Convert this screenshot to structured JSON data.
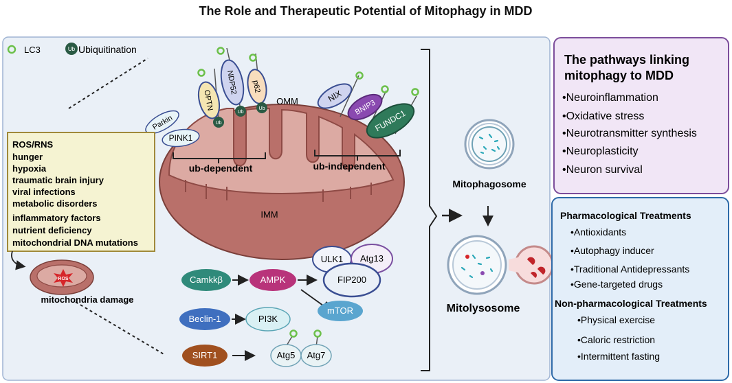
{
  "title": "The Role and Therapeutic Potential of Mitophagy in MDD",
  "legend": {
    "lc3": "LC3",
    "ub": "Ub",
    "ubiquitination": "Ubiquitination"
  },
  "receptors": {
    "optn": "OPTN",
    "ndp52": "NDP52",
    "p62": "p62",
    "nix": "NIX",
    "bnip3": "BNIP3",
    "fundc1": "FUNDC1",
    "parkin": "Parkin",
    "pink1": "PINK1"
  },
  "mito_labels": {
    "omm": "OMM",
    "imm": "IMM",
    "ub_dependent": "ub-dependent",
    "ub_independent": "ub-independent"
  },
  "triggers": [
    "ROS/RNS",
    "hunger",
    "hypoxia",
    "traumatic brain injury",
    "viral infections",
    "metabolic disorders",
    "inflammatory factors",
    "nutrient deficiency",
    "mitochondrial DNA mutations"
  ],
  "damage": {
    "ros": "ROS",
    "label": "mitochondria damage"
  },
  "signaling": {
    "camkk": "Camkkβ",
    "ampk": "AMPK",
    "ulk1": "ULK1",
    "atg13": "Atg13",
    "fip200": "FIP200",
    "mtor": "mTOR",
    "beclin": "Beclin-1",
    "pi3k": "PI3K",
    "sirt1": "SIRT1",
    "atg5": "Atg5",
    "atg7": "Atg7"
  },
  "stages": {
    "mitophagosome": "Mitophagosome",
    "mitolysosome": "Mitolysosome"
  },
  "pathways_panel": {
    "heading_line1": "The pathways linking",
    "heading_line2": "mitophagy to MDD",
    "items": [
      "•Neuroinflammation",
      "•Oxidative stress",
      "•Neurotransmitter synthesis",
      "•Neuroplasticity",
      "•Neuron survival"
    ]
  },
  "treatments_panel": {
    "pharm_heading": "Pharmacological Treatments",
    "pharm_items": [
      "•Antioxidants",
      "•Autophagy inducer",
      "•Traditional Antidepressants",
      "•Gene-targeted drugs"
    ],
    "nonpharm_heading": "Non-pharmacological Treatments",
    "nonpharm_items": [
      "•Physical exercise",
      "•Caloric restriction",
      "•Intermittent fasting"
    ]
  },
  "colors": {
    "panel_bg": "#eaf0f7",
    "panel_border": "#9fb4d3",
    "pathways_bg": "#f1e6f6",
    "pathways_border": "#7c4d9b",
    "treat_bg": "#e3eef9",
    "treat_border": "#2e6aa8",
    "mito": "#b9706a",
    "mito_dark": "#8e4a45",
    "mito_light": "#dcaaa3",
    "trigger_bg": "#f5f3d2",
    "trigger_border": "#a0893a",
    "camkk": "#2f8a7a",
    "ampk": "#b8337a",
    "ulk_border": "#3a4e92",
    "atg13_border": "#7a4fa0",
    "mtor": "#5aa5cf",
    "beclin": "#3f6fbf",
    "pi3k_bg": "#d9f0f4",
    "pi3k_border": "#5aa5b5",
    "sirt1": "#a0501f",
    "atg_bg": "#e9f3f5",
    "atg_border": "#6fa2b5",
    "lc3": "#6cc04a",
    "ub": "#2a5a44"
  }
}
